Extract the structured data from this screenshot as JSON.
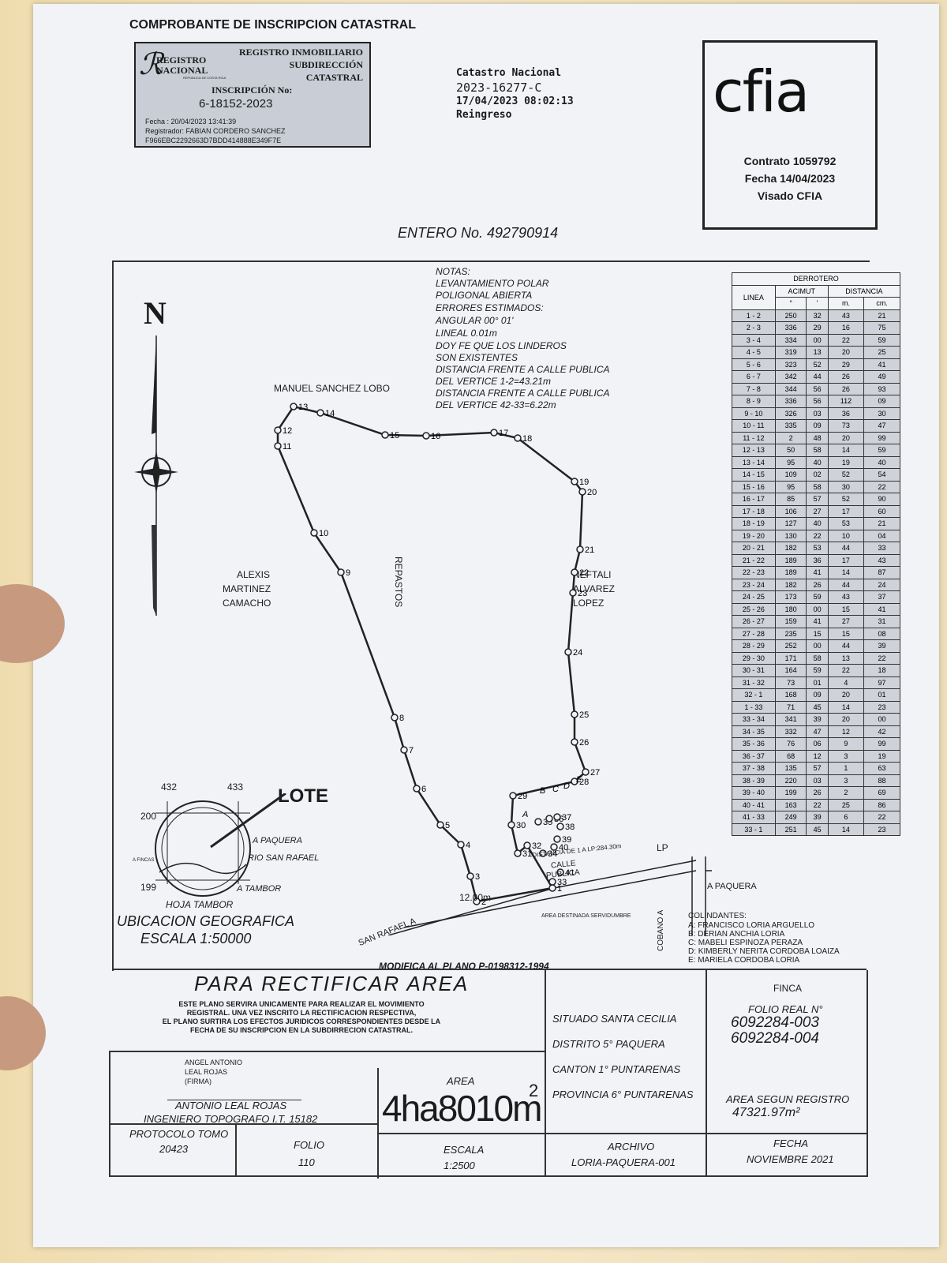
{
  "header": {
    "title": "COMPROBANTE DE INSCRIPCION CATASTRAL",
    "registro": {
      "logo_line1": "REGISTRO",
      "logo_line2": "NACIONAL",
      "logo_sub": "REPÚBLICA DE COSTA RICA",
      "line1": "REGISTRO INMOBILIARIO",
      "line2": "SUBDIRECCIÓN",
      "line3": "CATASTRAL",
      "inscripcion_label": "INSCRIPCIÓN No:",
      "inscripcion_value": "6-18152-2023",
      "fecha": "Fecha      : 20/04/2023 13:41:39",
      "registrador": "Registrador: FABIAN CORDERO SANCHEZ",
      "hash": "F966EBC2292663D7BDD414888E349F7E"
    },
    "catastro": {
      "line1": "Catastro Nacional",
      "line2": "2023-16277-C",
      "line3": "17/04/2023 08:02:13",
      "line4": "Reingreso"
    },
    "cfia": {
      "logo": "cfia",
      "contrato": "Contrato 1059792",
      "fecha": "Fecha 14/04/2023",
      "visado": "Visado CFIA"
    },
    "entero": "ENTERO No.  492790914"
  },
  "notes": [
    "NOTAS:",
    "LEVANTAMIENTO POLAR",
    "POLIGONAL ABIERTA",
    "ERRORES ESTIMADOS:",
    "ANGULAR 00° 01'",
    "LINEAL 0.01m",
    "DOY FE QUE LOS LINDEROS",
    "SON EXISTENTES",
    "DISTANCIA FRENTE A CALLE PUBLICA",
    "DEL VERTICE 1-2=43.21m",
    "DISTANCIA FRENTE A CALLE PUBLICA",
    "DEL VERTICE 42-33=6.22m"
  ],
  "map": {
    "north": "N",
    "neighbors": {
      "north": "MANUEL SANCHEZ LOBO",
      "west1": "ALEXIS",
      "west2": "MARTINEZ",
      "west3": "CAMACHO",
      "east1": "NEFTALI",
      "east2": "ALVAREZ",
      "east3": "LOPEZ",
      "center": "REPASTOS"
    },
    "road_width": "12.00m",
    "road_left": "SAN RAFAEL A",
    "calle": "CALLE",
    "publica": "PUBLICA",
    "distancia_lp": "DISTANCIA DE 1 A LP:284.30m",
    "lp": "LP",
    "a_paquera_road": "A PAQUERA",
    "cobano": "COBANO A",
    "area_servidumbre": "AREA DESTINADA SERVIDUMBRE",
    "lote": "LOTE",
    "loc_labels": [
      "A PAQUERA",
      "RIO SAN RAFAEL",
      "A TAMBOR",
      "A FINCAS"
    ],
    "grid_numbers": [
      "432",
      "433",
      "200",
      "199"
    ],
    "hoja": "HOJA TAMBOR",
    "ubicacion": "UBICACION GEOGRAFICA",
    "escala": "ESCALA 1:50000",
    "colindantes_title": "COLINDANTES:",
    "colindantes": [
      "A:  FRANCISCO LORIA ARGUELLO",
      "B:  DERIAN ANCHIA LORIA",
      "C:  MABELI ESPINOZA PERAZA",
      "D:  KIMBERLY NERITA CORDOBA LOAIZA",
      "E:  MARIELA CORDOBA LORIA"
    ],
    "modifica": "MODIFICA AL PLANO P-0198312-1994",
    "vertex_labels": [
      "1",
      "2",
      "3",
      "4",
      "5",
      "6",
      "7",
      "8",
      "9",
      "10",
      "11",
      "12",
      "13",
      "14",
      "15",
      "16",
      "17",
      "18",
      "19",
      "20",
      "21",
      "22",
      "23",
      "24",
      "25",
      "26",
      "27",
      "28",
      "29",
      "30",
      "31",
      "32",
      "33",
      "34",
      "35",
      "36",
      "37",
      "38",
      "39",
      "40",
      "41"
    ],
    "letters": [
      "A",
      "B",
      "C",
      "D",
      "E"
    ]
  },
  "derrotero": {
    "title": "DERROTERO",
    "col_linea": "LINEA",
    "col_acimut": "ACIMUT",
    "col_distancia": "DISTANCIA",
    "sub": [
      "°",
      "'",
      "m.",
      "cm."
    ],
    "rows": [
      [
        "1 - 2",
        "250",
        "32",
        "43",
        "21"
      ],
      [
        "2 - 3",
        "336",
        "29",
        "16",
        "75"
      ],
      [
        "3 - 4",
        "334",
        "00",
        "22",
        "59"
      ],
      [
        "4 - 5",
        "319",
        "13",
        "20",
        "25"
      ],
      [
        "5 - 6",
        "323",
        "52",
        "29",
        "41"
      ],
      [
        "6 - 7",
        "342",
        "44",
        "26",
        "49"
      ],
      [
        "7 - 8",
        "344",
        "56",
        "26",
        "93"
      ],
      [
        "8 - 9",
        "336",
        "56",
        "112",
        "09"
      ],
      [
        "9 - 10",
        "326",
        "03",
        "36",
        "30"
      ],
      [
        "10 - 11",
        "335",
        "09",
        "73",
        "47"
      ],
      [
        "11 - 12",
        "2",
        "48",
        "20",
        "99"
      ],
      [
        "12 - 13",
        "50",
        "58",
        "14",
        "59"
      ],
      [
        "13 - 14",
        "95",
        "40",
        "19",
        "40"
      ],
      [
        "14 - 15",
        "109",
        "02",
        "52",
        "54"
      ],
      [
        "15 - 16",
        "95",
        "58",
        "30",
        "22"
      ],
      [
        "16 - 17",
        "85",
        "57",
        "52",
        "90"
      ],
      [
        "17 - 18",
        "106",
        "27",
        "17",
        "60"
      ],
      [
        "18 - 19",
        "127",
        "40",
        "53",
        "21"
      ],
      [
        "19 - 20",
        "130",
        "22",
        "10",
        "04"
      ],
      [
        "20 - 21",
        "182",
        "53",
        "44",
        "33"
      ],
      [
        "21 - 22",
        "189",
        "36",
        "17",
        "43"
      ],
      [
        "22 - 23",
        "189",
        "41",
        "14",
        "87"
      ],
      [
        "23 - 24",
        "182",
        "26",
        "44",
        "24"
      ],
      [
        "24 - 25",
        "173",
        "59",
        "43",
        "37"
      ],
      [
        "25 - 26",
        "180",
        "00",
        "15",
        "41"
      ],
      [
        "26 - 27",
        "159",
        "41",
        "27",
        "31"
      ],
      [
        "27 - 28",
        "235",
        "15",
        "15",
        "08"
      ],
      [
        "28 - 29",
        "252",
        "00",
        "44",
        "39"
      ],
      [
        "29 - 30",
        "171",
        "58",
        "13",
        "22"
      ],
      [
        "30 - 31",
        "164",
        "59",
        "22",
        "18"
      ],
      [
        "31 - 32",
        "73",
        "01",
        "4",
        "97"
      ],
      [
        "32 - 1",
        "168",
        "09",
        "20",
        "01"
      ],
      [
        "1 - 33",
        "71",
        "45",
        "14",
        "23"
      ],
      [
        "33 - 34",
        "341",
        "39",
        "20",
        "00"
      ],
      [
        "34 - 35",
        "332",
        "47",
        "12",
        "42"
      ],
      [
        "35 - 36",
        "76",
        "06",
        "9",
        "99"
      ],
      [
        "36 - 37",
        "68",
        "12",
        "3",
        "19"
      ],
      [
        "37 - 38",
        "135",
        "57",
        "1",
        "63"
      ],
      [
        "38 - 39",
        "220",
        "03",
        "3",
        "88"
      ],
      [
        "39 - 40",
        "199",
        "26",
        "2",
        "69"
      ],
      [
        "40 - 41",
        "163",
        "22",
        "25",
        "86"
      ],
      [
        "41 - 33",
        "249",
        "39",
        "6",
        "22"
      ],
      [
        "33 - 1",
        "251",
        "45",
        "14",
        "23"
      ]
    ]
  },
  "footer": {
    "rectificar": "PARA RECTIFICAR AREA",
    "paragraph": [
      "ESTE PLANO SERVIRA UNICAMENTE PARA REALIZAR EL MOVIMIENTO",
      "REGISTRAL. UNA VEZ INSCRITO LA RECTIFICACION RESPECTIVA,",
      "EL PLANO  SURTIRA LOS EFECTOS JURIDICOS CORRESPONDIENTES DESDE LA",
      "FECHA DE SU INSCRIPCION EN LA SUBDIRRECION CATASTRAL."
    ],
    "signature_lines": [
      "ANGEL ANTONIO",
      "LEAL ROJAS",
      "(FIRMA)"
    ],
    "surveyor_name": "ANTONIO LEAL ROJAS",
    "surveyor_title": "INGENIERO TOPOGRAFO I.T. 15182",
    "area_label": "AREA",
    "area_value": "4ha8010m",
    "area_sup": "2",
    "location": [
      "SITUADO SANTA CECILIA",
      "DISTRITO 5° PAQUERA",
      "CANTON 1° PUNTARENAS",
      "PROVINCIA 6° PUNTARENAS"
    ],
    "finca_label": "FINCA",
    "folio_real_label": "FOLIO REAL N°",
    "folio_real_1": "6092284-003",
    "folio_real_2": "6092284-004",
    "area_registro_label": "AREA SEGUN REGISTRO",
    "area_registro_value": "47321.97m²",
    "protocolo_label": "PROTOCOLO TOMO",
    "protocolo_value": "20423",
    "folio_label": "FOLIO",
    "folio_value": "110",
    "escala_label": "ESCALA",
    "escala_value": "1:2500",
    "archivo_label": "ARCHIVO",
    "archivo_value": "LORIA-PAQUERA-001",
    "fecha_label": "FECHA",
    "fecha_value": "NOVIEMBRE 2021"
  }
}
